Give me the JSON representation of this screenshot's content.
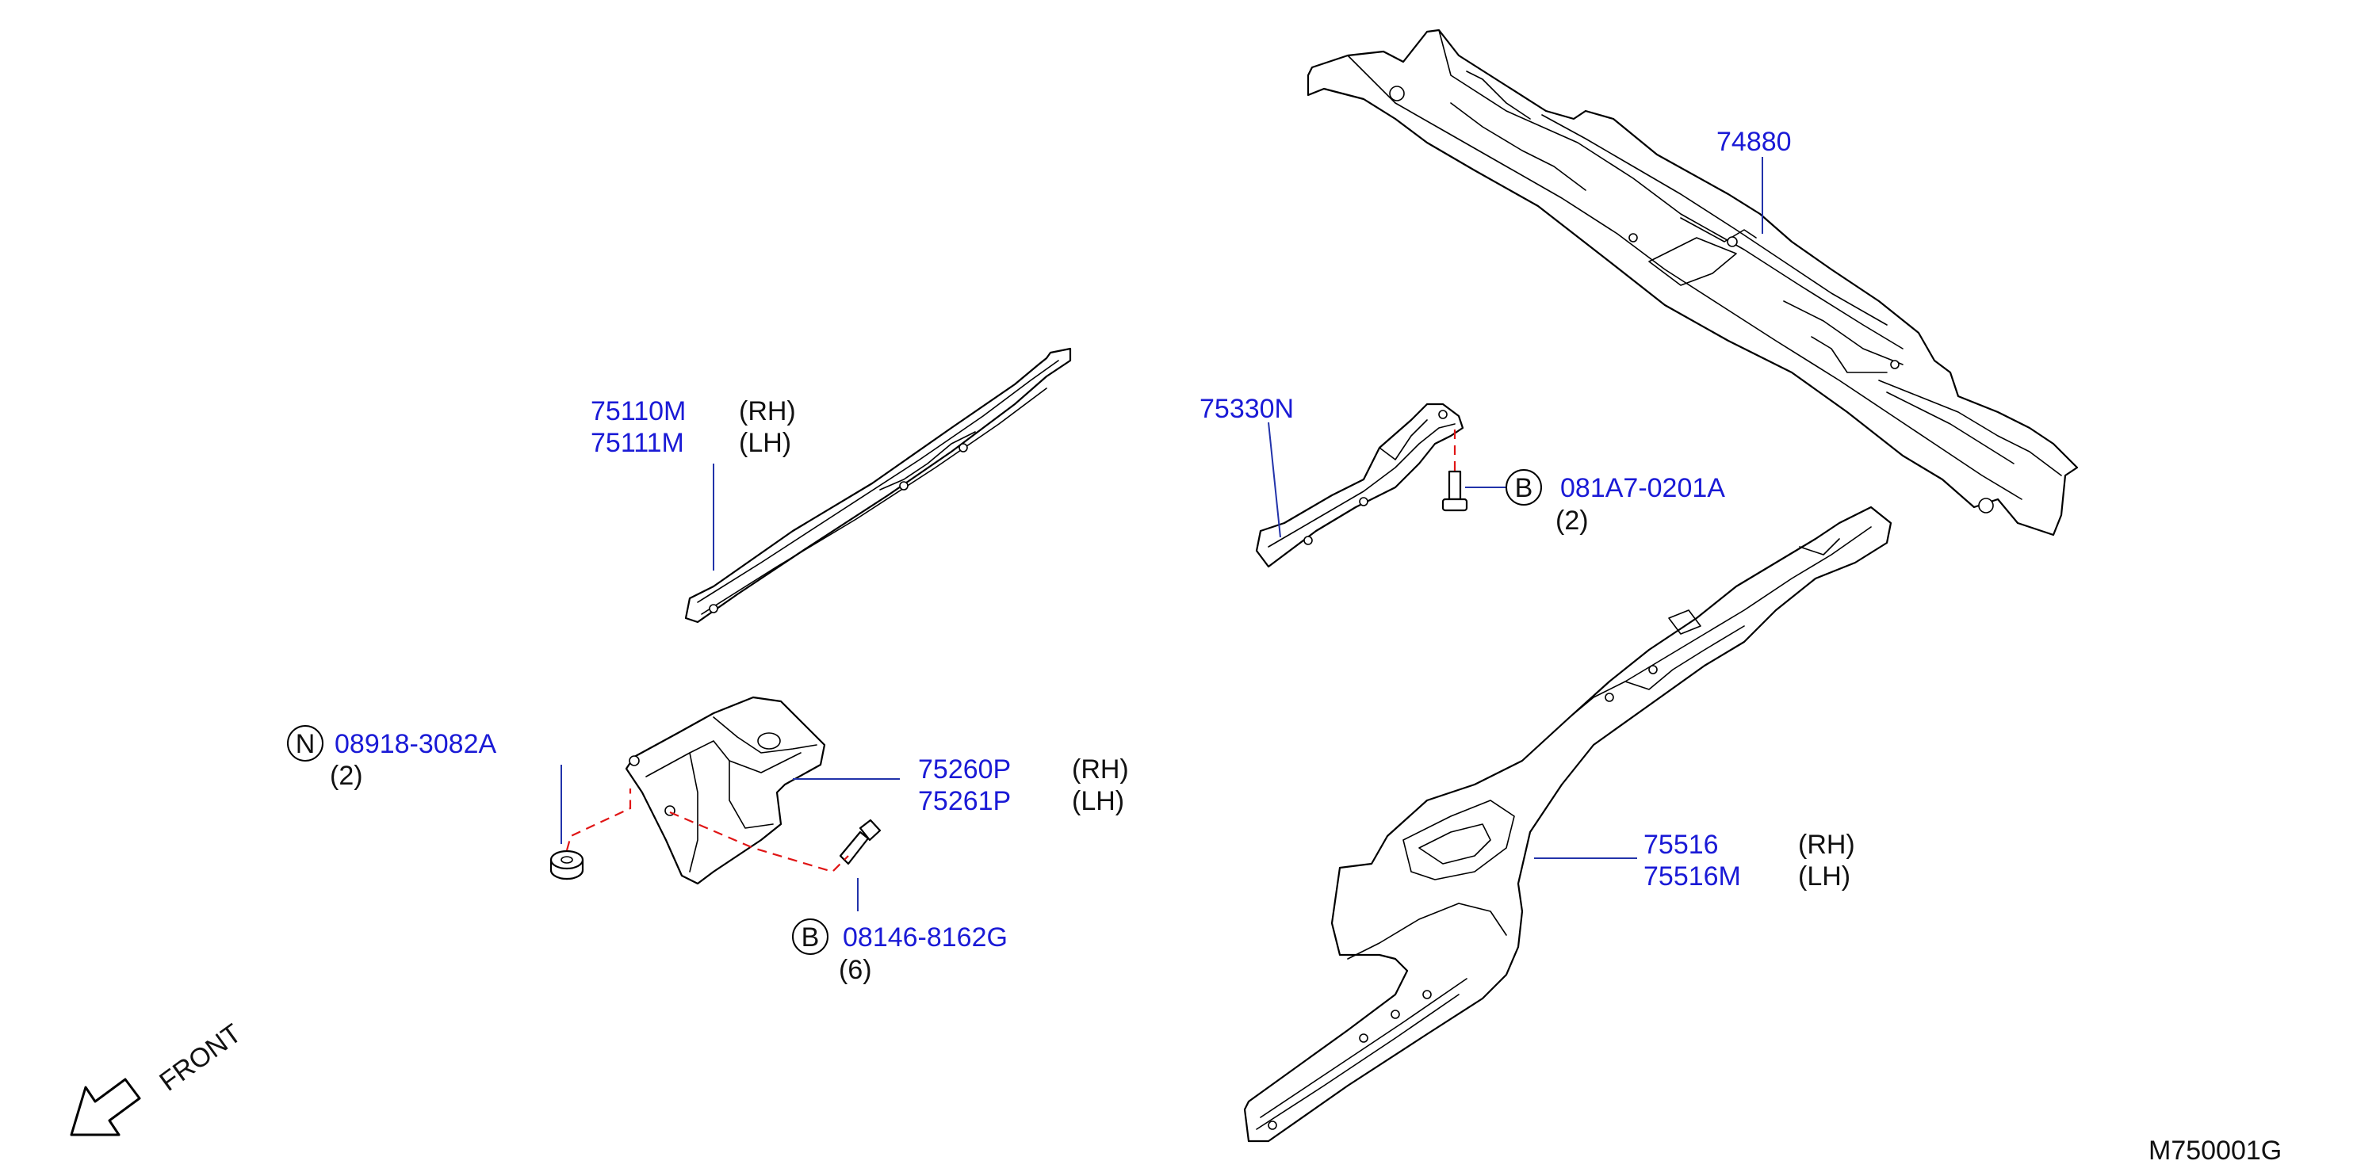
{
  "colors": {
    "part_number": "#1a1ad6",
    "text": "#111111",
    "leader": "#2233aa",
    "dashed_guide": "#e01515"
  },
  "callouts": {
    "c74880": {
      "pn": "74880"
    },
    "c75110": {
      "pn1": "75110M",
      "s1": "(RH)",
      "pn2": "75111M",
      "s2": "(LH)"
    },
    "c75330": {
      "pn": "75330N"
    },
    "c081A7": {
      "prefix": "B",
      "pn": "081A7-0201A",
      "qty": "(2)"
    },
    "c08918": {
      "prefix": "N",
      "pn": "08918-3082A",
      "qty": "(2)"
    },
    "c75260": {
      "pn1": "75260P",
      "s1": "(RH)",
      "pn2": "75261P",
      "s2": "(LH)"
    },
    "c08146": {
      "prefix": "B",
      "pn": "08146-8162G",
      "qty": "(6)"
    },
    "c75516": {
      "pn1": "75516",
      "s1": "(RH)",
      "pn2": "75516M",
      "s2": "(LH)"
    }
  },
  "front_label": "FRONT",
  "diagram_code": "M750001G",
  "icons": {
    "front_arrow": "front-arrow-icon",
    "bolt": "bolt-icon",
    "nut": "nut-icon"
  }
}
